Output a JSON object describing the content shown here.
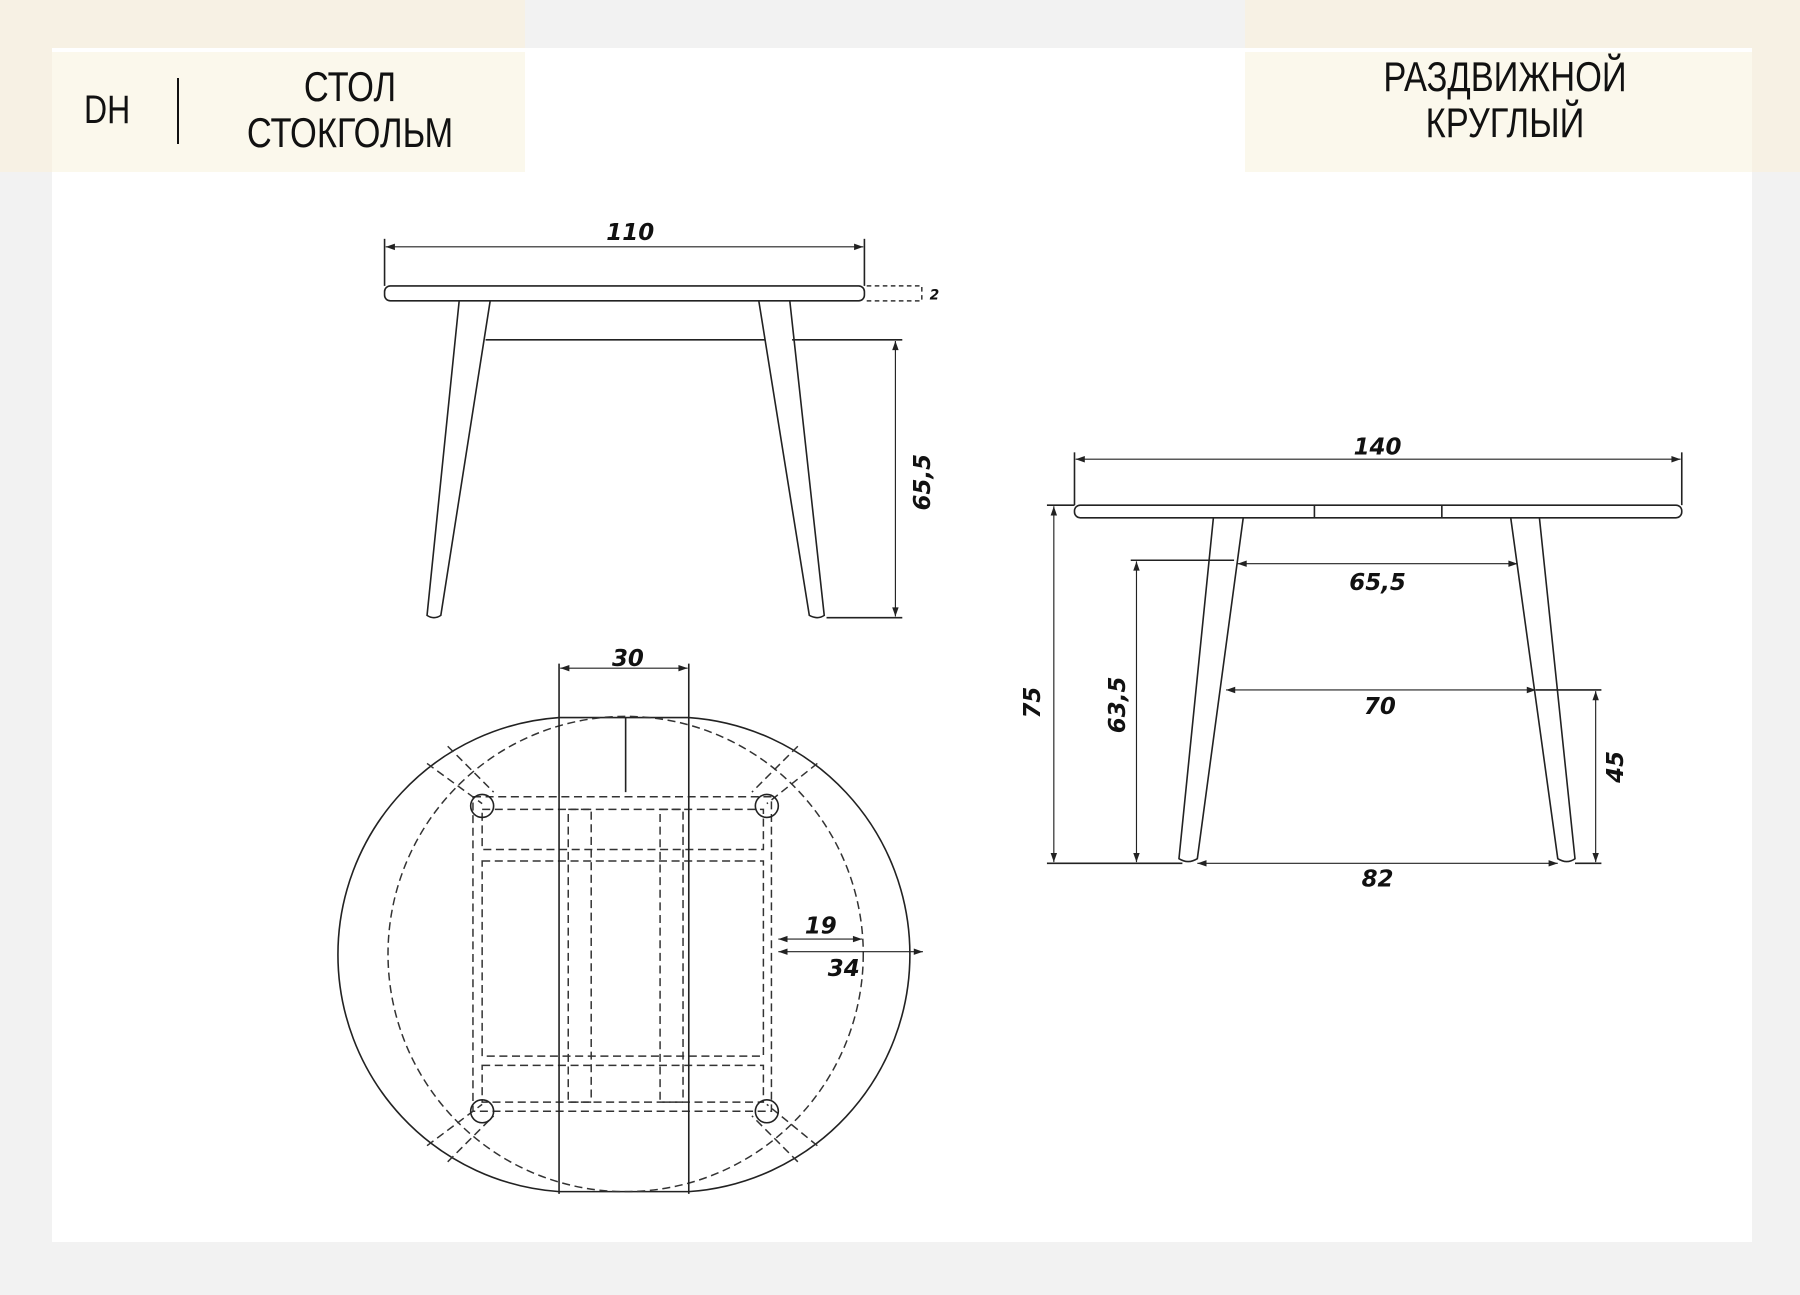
{
  "header": {
    "brand": "DH",
    "title_lines": [
      "СТОЛ",
      "СТОКГОЛЬМ"
    ],
    "subtitle_lines": [
      "РАЗДВИЖНОЙ",
      "КРУГЛЫЙ"
    ]
  },
  "side_view_folded": {
    "width": "110",
    "top_thickness": "2",
    "height_under_apron": "65,5"
  },
  "side_view_extended": {
    "width": "140",
    "height": "75",
    "apron_height": "63,5",
    "apron_length": "65,5",
    "leg_span_mid": "70",
    "mid_height": "45",
    "leg_span_floor": "82"
  },
  "top_view": {
    "insert_width": "30",
    "offset_inner": "19",
    "offset_outer": "34"
  }
}
